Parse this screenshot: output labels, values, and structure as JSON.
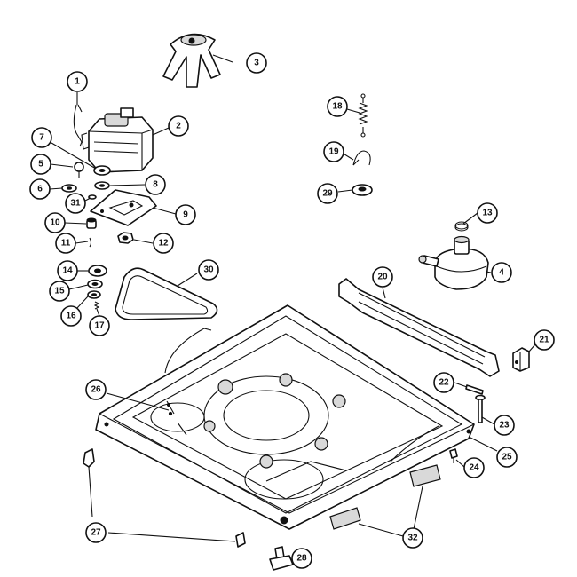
{
  "callouts": [
    {
      "id": "1",
      "label": "1"
    },
    {
      "id": "2",
      "label": "2"
    },
    {
      "id": "3",
      "label": "3"
    },
    {
      "id": "4",
      "label": "4"
    },
    {
      "id": "5",
      "label": "5"
    },
    {
      "id": "6",
      "label": "6"
    },
    {
      "id": "7",
      "label": "7"
    },
    {
      "id": "8",
      "label": "8"
    },
    {
      "id": "9",
      "label": "9"
    },
    {
      "id": "10",
      "label": "10"
    },
    {
      "id": "11",
      "label": "11"
    },
    {
      "id": "12",
      "label": "12"
    },
    {
      "id": "13",
      "label": "13"
    },
    {
      "id": "14",
      "label": "14"
    },
    {
      "id": "15",
      "label": "15"
    },
    {
      "id": "16",
      "label": "16"
    },
    {
      "id": "17",
      "label": "17"
    },
    {
      "id": "18",
      "label": "18"
    },
    {
      "id": "19",
      "label": "19"
    },
    {
      "id": "20",
      "label": "20"
    },
    {
      "id": "21",
      "label": "21"
    },
    {
      "id": "22",
      "label": "22"
    },
    {
      "id": "23",
      "label": "23"
    },
    {
      "id": "24",
      "label": "24"
    },
    {
      "id": "25",
      "label": "25"
    },
    {
      "id": "26",
      "label": "26"
    },
    {
      "id": "27",
      "label": "27"
    },
    {
      "id": "28",
      "label": "28"
    },
    {
      "id": "29",
      "label": "29"
    },
    {
      "id": "30",
      "label": "30"
    },
    {
      "id": "31",
      "label": "31"
    },
    {
      "id": "32",
      "label": "32"
    }
  ],
  "colors": {
    "ink": "#111111",
    "paper": "#ffffff",
    "shade": "#d9d9d9"
  }
}
